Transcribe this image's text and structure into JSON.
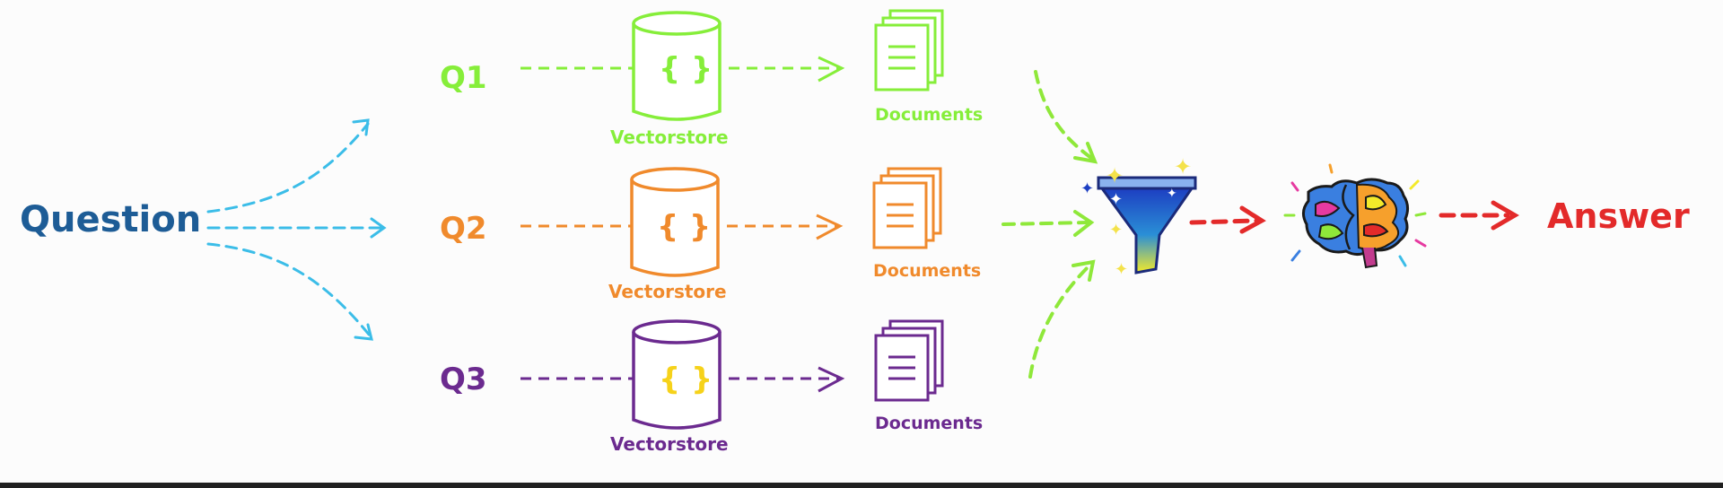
{
  "question": "Question",
  "answer": "Answer",
  "queries": [
    {
      "label": "Q1",
      "store_label": "Vectorstore",
      "docs_label": "Documents",
      "color": "#86ee3a"
    },
    {
      "label": "Q2",
      "store_label": "Vectorstore",
      "docs_label": "Documents",
      "color": "#f08a2c"
    },
    {
      "label": "Q3",
      "store_label": "Vectorstore",
      "docs_label": "Documents",
      "color": "#6b2a8f"
    }
  ],
  "colors": {
    "question": "#1d5c96",
    "fanout_arrows": "#3bbde8",
    "merge_arrows": "#8fe83a",
    "answer": "#e32a2a",
    "braces_purple_row": "#f6d21a"
  },
  "icons": {
    "vectorstore": "cylinder-icon",
    "documents": "documents-stack-icon",
    "fusion": "funnel-icon",
    "llm": "brain-icon"
  }
}
